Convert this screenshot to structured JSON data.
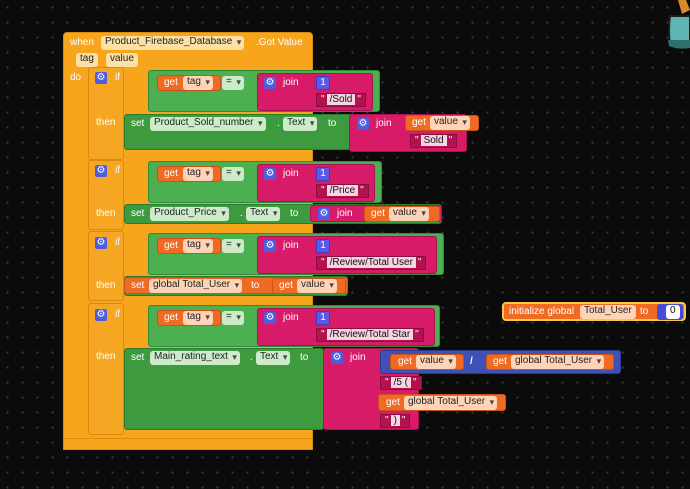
{
  "event": {
    "when": "when",
    "component": "Product_Firebase_Database",
    "event_name": ".Got Value",
    "param_tag": "tag",
    "param_value": "value",
    "do": "do"
  },
  "keywords": {
    "if": "if",
    "then": "then",
    "set": "set",
    "to": "to",
    "get": "get",
    "join": "join",
    "eq": "=",
    "dot": ".",
    "div": "/",
    "num_one": "1",
    "text_prop": "Text",
    "tag": "tag",
    "value": "value",
    "global_total_user": "global Total_User",
    "init_global": "initialize global",
    "zero": "0"
  },
  "blocks": [
    {
      "cond_str": "/Sold",
      "target": "Product_Sold_number",
      "value_str": "Sold"
    },
    {
      "cond_str": "/Price",
      "target": "Product_Price"
    },
    {
      "cond_str": "/Review/Total User"
    },
    {
      "cond_str": "/Review/Total Star",
      "target": "Main_rating_text",
      "str_open": "/5 (",
      "str_close": ")"
    }
  ],
  "init": {
    "var_name": "Total_User"
  }
}
